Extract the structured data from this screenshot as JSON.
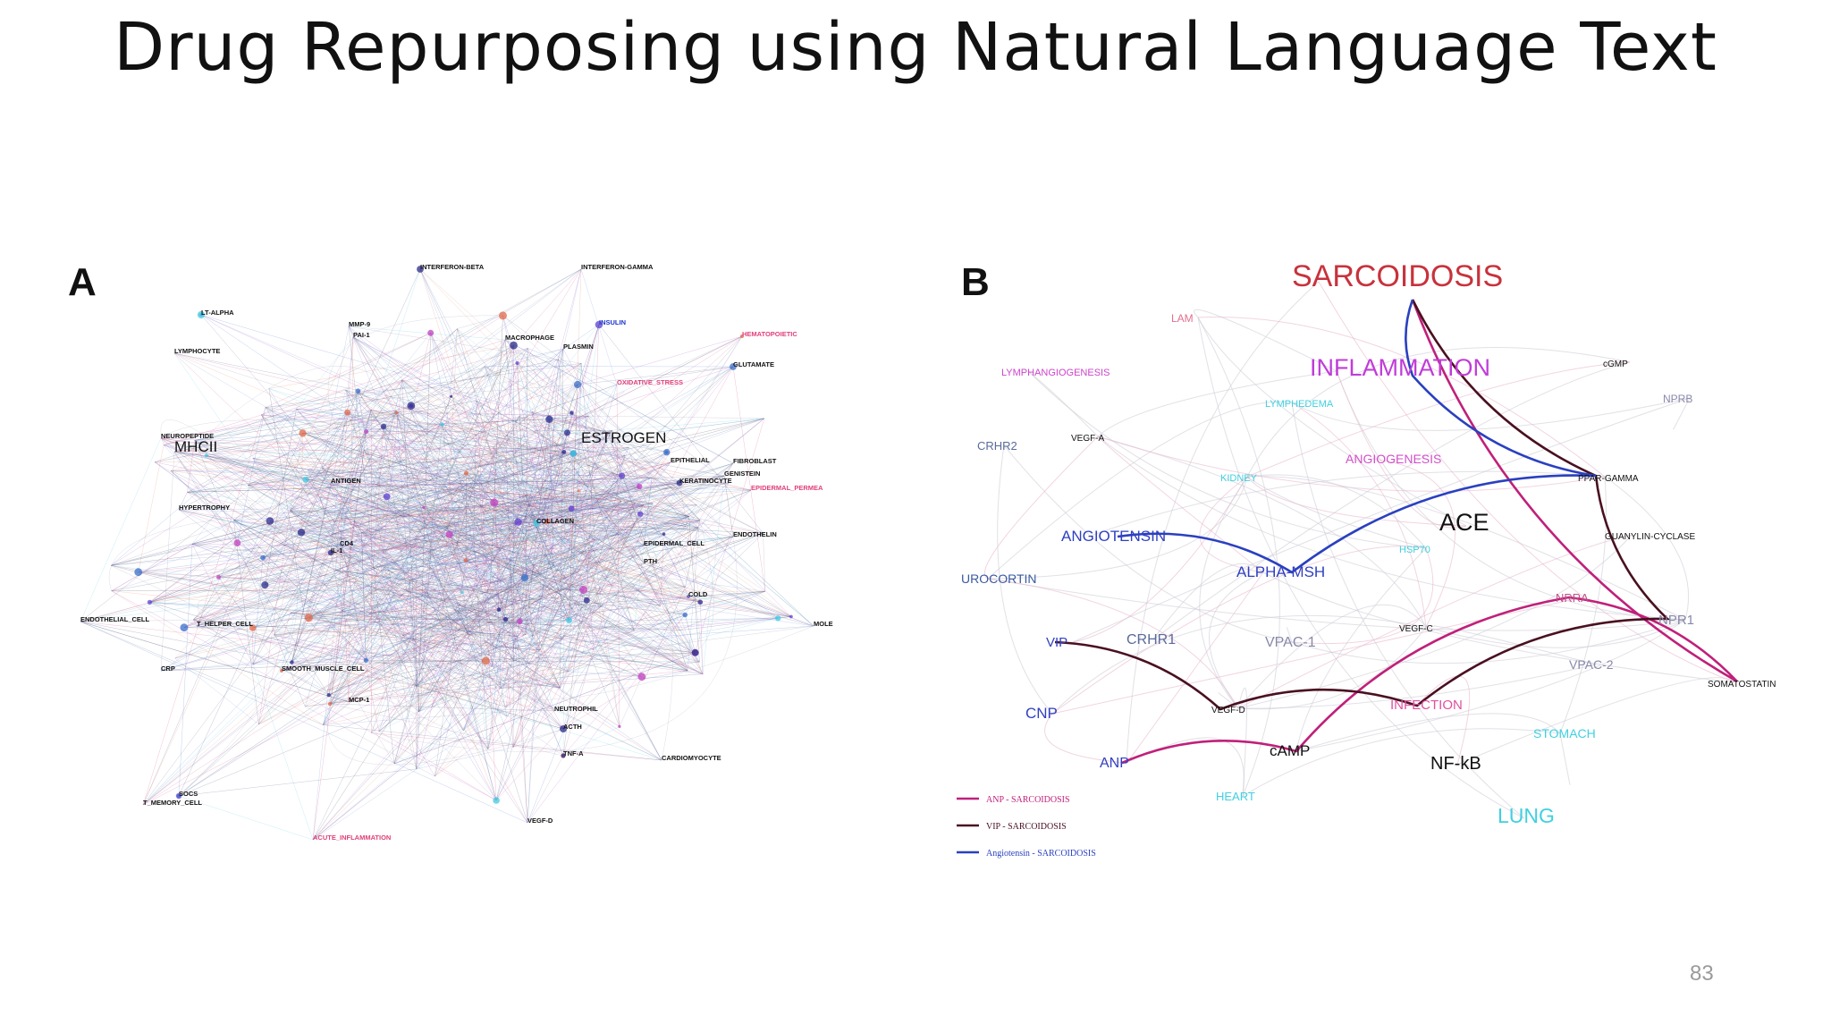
{
  "slide": {
    "title": "Drug Repurposing using Natural Language Text",
    "page_number": "83"
  },
  "panel_a": {
    "letter": "A",
    "labels": [
      {
        "text": "INTERFERON-BETA",
        "color": "#111111"
      },
      {
        "text": "INTERFERON-GAMMA",
        "color": "#111111"
      },
      {
        "text": "LT-ALPHA",
        "color": "#111111"
      },
      {
        "text": "MMP-9",
        "color": "#111111"
      },
      {
        "text": "PAI-1",
        "color": "#111111"
      },
      {
        "text": "MACROPHAGE",
        "color": "#111111"
      },
      {
        "text": "LYMPHOCYTE",
        "color": "#111111"
      },
      {
        "text": "INSULIN",
        "color": "#1a33cc"
      },
      {
        "text": "GLUTAMATE",
        "color": "#111111"
      },
      {
        "text": "PLASMIN",
        "color": "#111111"
      },
      {
        "text": "OXIDATIVE_STRESS",
        "color": "#e0407a"
      },
      {
        "text": "MHCII",
        "color": "#111111"
      },
      {
        "text": "NEUROPEPTIDE",
        "color": "#111111"
      },
      {
        "text": "ESTROGEN",
        "color": "#111111"
      },
      {
        "text": "FIBROBLAST",
        "color": "#111111"
      },
      {
        "text": "EPITHELIAL",
        "color": "#111111"
      },
      {
        "text": "GENISTEIN",
        "color": "#111111"
      },
      {
        "text": "KERATINOCYTE",
        "color": "#111111"
      },
      {
        "text": "COLLAGEN",
        "color": "#111111"
      },
      {
        "text": "EPIDERMAL_CELL",
        "color": "#111111"
      },
      {
        "text": "HYPERTROPHY",
        "color": "#111111"
      },
      {
        "text": "CD4",
        "color": "#111111"
      },
      {
        "text": "IL-1",
        "color": "#111111"
      },
      {
        "text": "PTH",
        "color": "#111111"
      },
      {
        "text": "ENDOTHELIN",
        "color": "#111111"
      },
      {
        "text": "ANTIGEN",
        "color": "#111111"
      },
      {
        "text": "COLD",
        "color": "#111111"
      },
      {
        "text": "ENDOTHELIAL_CELL",
        "color": "#111111"
      },
      {
        "text": "T_HELPER_CELL",
        "color": "#111111"
      },
      {
        "text": "SMOOTH_MUSCLE_CELL",
        "color": "#111111"
      },
      {
        "text": "MCP-1",
        "color": "#111111"
      },
      {
        "text": "NEUTROPHIL",
        "color": "#111111"
      },
      {
        "text": "ACTH",
        "color": "#111111"
      },
      {
        "text": "TNF-A",
        "color": "#111111"
      },
      {
        "text": "CARDIOMYOCYTE",
        "color": "#111111"
      },
      {
        "text": "T_MEMORY_CELL",
        "color": "#111111"
      },
      {
        "text": "SOCS",
        "color": "#111111"
      },
      {
        "text": "MOLE",
        "color": "#111111"
      },
      {
        "text": "CRP",
        "color": "#111111"
      },
      {
        "text": "VEGF-D",
        "color": "#111111"
      },
      {
        "text": "EPIDERMAL_PERMEA",
        "color": "#e0407a"
      },
      {
        "text": "HEMATOPOIETIC",
        "color": "#e0407a"
      },
      {
        "text": "ACUTE_INFLAMMATION",
        "color": "#e0407a"
      }
    ]
  },
  "panel_b": {
    "letter": "B",
    "nodes": [
      {
        "id": "SARCOIDOSIS",
        "text": "SARCOIDOSIS",
        "color": "#c8323c"
      },
      {
        "id": "INFLAMMATION",
        "text": "INFLAMMATION",
        "color": "#c03cd8"
      },
      {
        "id": "LAM",
        "text": "LAM",
        "color": "#e07090"
      },
      {
        "id": "LYMPHANGIOGENESIS",
        "text": "LYMPHANGIOGENESIS",
        "color": "#cc44cc"
      },
      {
        "id": "LYMPHEDEMA",
        "text": "LYMPHEDEMA",
        "color": "#40d0e0"
      },
      {
        "id": "cGMP",
        "text": "cGMP",
        "color": "#111111"
      },
      {
        "id": "NPRB",
        "text": "NPRB",
        "color": "#8888aa"
      },
      {
        "id": "CRHR2",
        "text": "CRHR2",
        "color": "#5a6a9a"
      },
      {
        "id": "VEGF-A",
        "text": "VEGF-A",
        "color": "#111111"
      },
      {
        "id": "KIDNEY",
        "text": "KIDNEY",
        "color": "#40d0e0"
      },
      {
        "id": "ANGIOGENESIS",
        "text": "ANGIOGENESIS",
        "color": "#d050c8"
      },
      {
        "id": "PPAR-GAMMA",
        "text": "PPAR-GAMMA",
        "color": "#111111"
      },
      {
        "id": "ACE",
        "text": "ACE",
        "color": "#111111"
      },
      {
        "id": "ANGIOTENSIN",
        "text": "ANGIOTENSIN",
        "color": "#3040c0"
      },
      {
        "id": "GUANYLIN-CYCLASE",
        "text": "GUANYLIN-CYCLASE",
        "color": "#111111"
      },
      {
        "id": "HSP",
        "text": "HSP70",
        "color": "#40d0e0"
      },
      {
        "id": "UROCORTIN",
        "text": "UROCORTIN",
        "color": "#3a5aa0"
      },
      {
        "id": "ALPHA-MSH",
        "text": "ALPHA-MSH",
        "color": "#3040c0"
      },
      {
        "id": "NRRA",
        "text": "NRRA",
        "color": "#c0508a"
      },
      {
        "id": "NPR1",
        "text": "NPR1",
        "color": "#8888aa"
      },
      {
        "id": "VIP",
        "text": "VIP",
        "color": "#3040c0"
      },
      {
        "id": "CRHR1",
        "text": "CRHR1",
        "color": "#5a6a9a"
      },
      {
        "id": "VPAC-1",
        "text": "VPAC-1",
        "color": "#8888aa"
      },
      {
        "id": "VEGF-C",
        "text": "VEGF-C",
        "color": "#111111"
      },
      {
        "id": "VPAC-2",
        "text": "VPAC-2",
        "color": "#8888aa"
      },
      {
        "id": "SOMATOSTATIN",
        "text": "SOMATOSTATIN",
        "color": "#111111"
      },
      {
        "id": "CNP",
        "text": "CNP",
        "color": "#3040c0"
      },
      {
        "id": "VEGF-D",
        "text": "VEGF-D",
        "color": "#111111"
      },
      {
        "id": "INFECTION",
        "text": "INFECTION",
        "color": "#e050a0"
      },
      {
        "id": "STOMACH",
        "text": "STOMACH",
        "color": "#40d0e0"
      },
      {
        "id": "ANP",
        "text": "ANP",
        "color": "#3040c0"
      },
      {
        "id": "cAMP",
        "text": "cAMP",
        "color": "#111111"
      },
      {
        "id": "NF-kB",
        "text": "NF-kB",
        "color": "#111111"
      },
      {
        "id": "HEART",
        "text": "HEART",
        "color": "#40d0e0"
      },
      {
        "id": "LUNG",
        "text": "LUNG",
        "color": "#40d0e0"
      }
    ],
    "highlighted_paths": [
      {
        "name": "ANP - SARCOIDOSIS",
        "color": "#c0207a",
        "path": [
          "ANP",
          "cAMP",
          "NRRA",
          "SOMATOSTATIN",
          "SARCOIDOSIS"
        ]
      },
      {
        "name": "VIP - SARCOIDOSIS",
        "color": "#4a1020",
        "path": [
          "VIP",
          "VEGF-D",
          "INFECTION",
          "NPR1",
          "PPAR-GAMMA",
          "SARCOIDOSIS"
        ]
      },
      {
        "name": "Angiotensin - SARCOIDOSIS",
        "color": "#2a40c0",
        "path": [
          "ANGIOTENSIN",
          "ALPHA-MSH",
          "PPAR-GAMMA",
          "INFLAMMATION",
          "SARCOIDOSIS"
        ]
      }
    ],
    "legend": [
      {
        "label": "ANP - SARCOIDOSIS",
        "color": "#c0207a"
      },
      {
        "label": "VIP - SARCOIDOSIS",
        "color": "#4a1020"
      },
      {
        "label": "Angiotensin - SARCOIDOSIS",
        "color": "#2a40c0"
      }
    ]
  }
}
